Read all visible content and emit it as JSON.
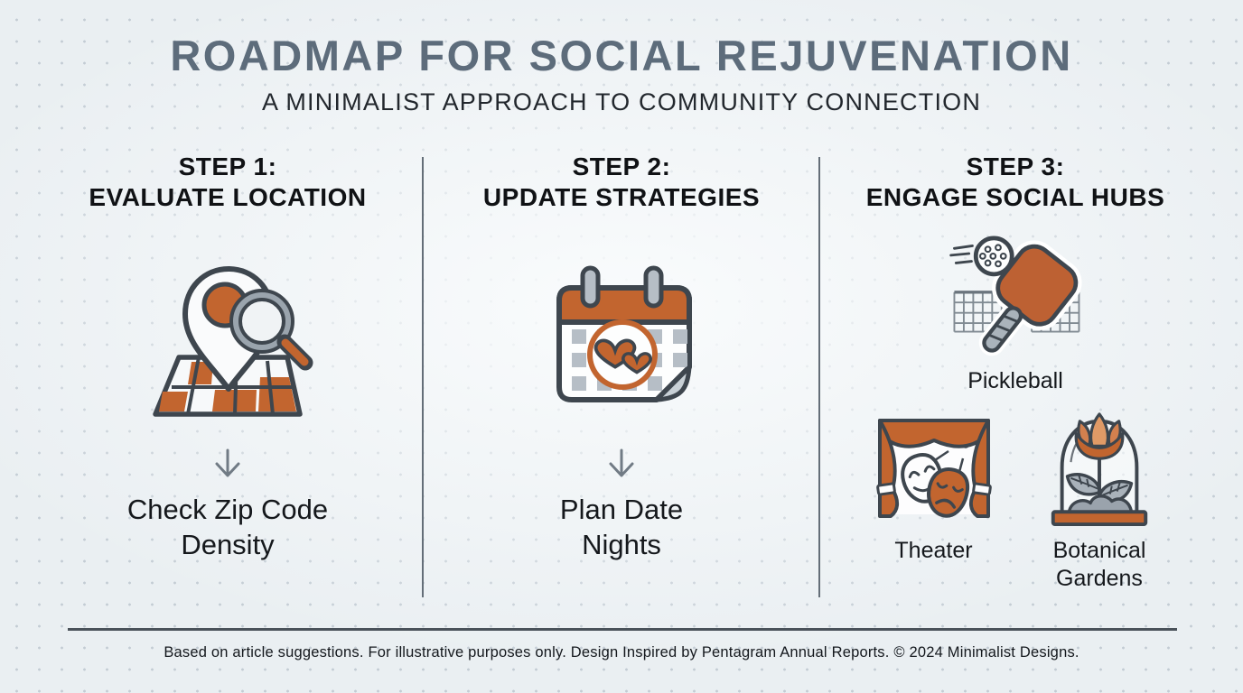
{
  "header": {
    "title": "ROADMAP FOR SOCIAL REJUVENATION",
    "subtitle": "A MINIMALIST APPROACH TO COMMUNITY CONNECTION"
  },
  "steps": [
    {
      "label": "STEP 1:",
      "heading": "EVALUATE LOCATION",
      "icon": "map-location-search-icon",
      "caption": "Check Zip Code Density"
    },
    {
      "label": "STEP 2:",
      "heading": "UPDATE STRATEGIES",
      "icon": "calendar-date-hearts-icon",
      "caption": "Plan Date Nights"
    },
    {
      "label": "STEP 3:",
      "heading": "ENGAGE SOCIAL HUBS",
      "icon": "social-hub-icons",
      "hubs": [
        {
          "label": "Pickleball",
          "icon": "pickleball-paddle-icon"
        },
        {
          "label": "Theater",
          "icon": "theater-masks-icon"
        },
        {
          "label": "Botanical Gardens",
          "icon": "botanical-gardens-icon"
        }
      ]
    }
  ],
  "footer": {
    "text": "Based on article suggestions. For illustrative purposes only. Design Inspired by Pentagram Annual Reports. © 2024 Minimalist Designs."
  },
  "colors": {
    "accent_orange": "#c2652f",
    "title_slate": "#5d6c7b",
    "outline_dark": "#3e464e",
    "gray_mid": "#a9b2ba",
    "background": "#eaeff2"
  }
}
